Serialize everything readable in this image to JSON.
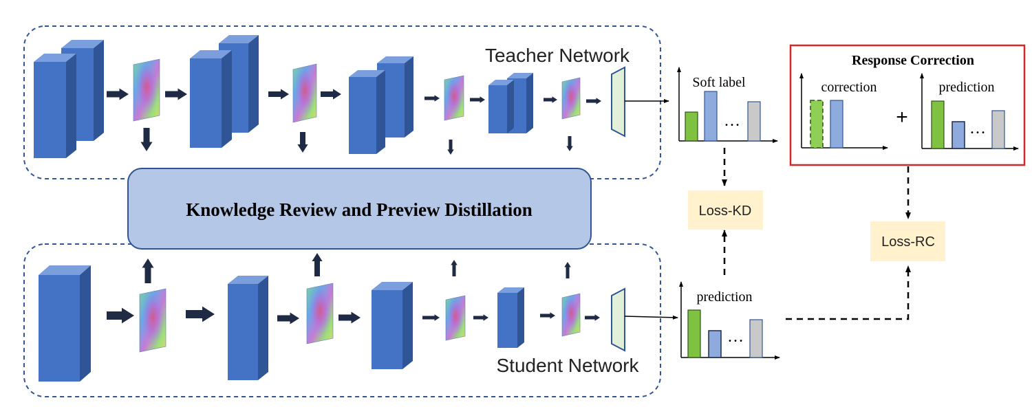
{
  "teacher_label": "Teacher Network",
  "student_label": "Student Network",
  "center_block_label": "Knowledge Review and Preview Distillation",
  "soft_label": "Soft label",
  "student_prediction_label": "prediction",
  "loss_kd": "Loss-KD",
  "loss_rc": "Loss-RC",
  "response_correction": {
    "title": "Response Correction",
    "correction_label": "correction",
    "prediction_label": "prediction",
    "plus": "+"
  },
  "ellipsis": "…",
  "colors": {
    "block_front": "#4472c4",
    "block_top": "#7a9fdc",
    "block_side": "#2f5597",
    "center_fill": "#b4c7e7",
    "center_stroke": "#2f5597",
    "dashed_frame": "#2f5597",
    "loss_fill": "#fff2cc",
    "rc_frame": "#d62728",
    "bar_green": "#7fc241",
    "bar_blue": "#8faadc",
    "bar_gray": "#c9c9c9",
    "classifier_fill": "#e2f0d9",
    "arrow": "#1f2a44"
  }
}
